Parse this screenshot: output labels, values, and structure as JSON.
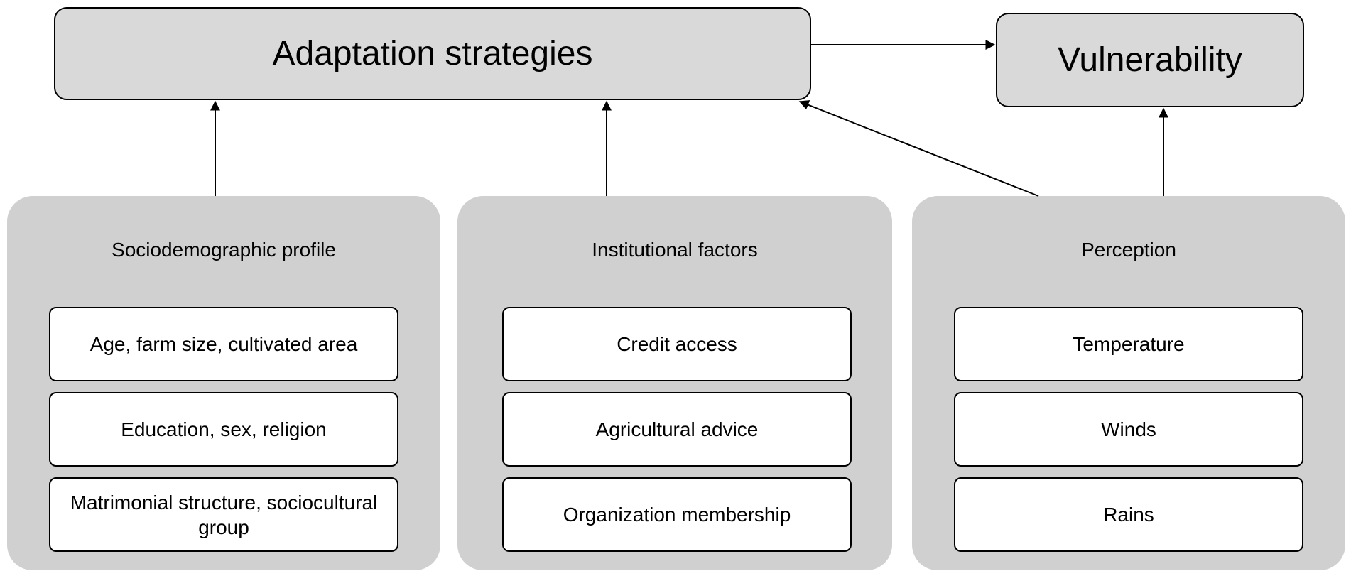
{
  "top": {
    "adaptation": "Adaptation strategies",
    "vulnerability": "Vulnerability"
  },
  "groups": [
    {
      "title": "Sociodemographic profile",
      "items": [
        "Age, farm size, cultivated area",
        "Education, sex, religion",
        "Matrimonial structure, sociocultural group"
      ]
    },
    {
      "title": "Institutional factors",
      "items": [
        "Credit access",
        "Agricultural advice",
        "Organization membership"
      ]
    },
    {
      "title": "Perception",
      "items": [
        "Temperature",
        "Winds",
        "Rains"
      ]
    }
  ]
}
